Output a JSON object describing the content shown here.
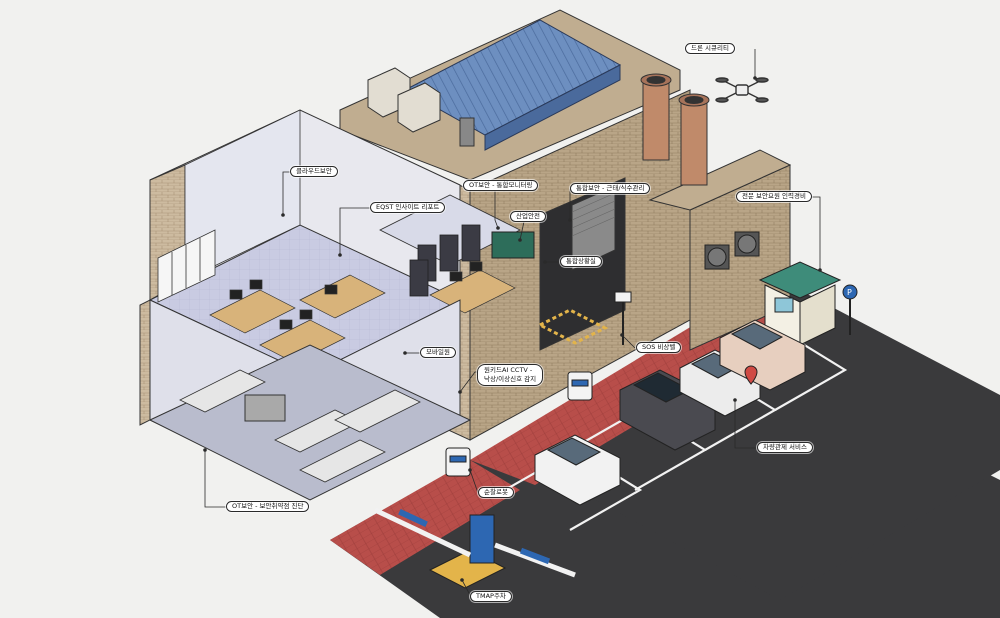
{
  "callouts": {
    "drone_security": "드론 시큐리티",
    "cloud_security": "클라우드보안",
    "eqst_insight": "EQST 인사이트 리포트",
    "ot_integrated_monitoring": "OT보안 - 통합모니터링",
    "integrated_security": "통합보안 - 근태/식수관리",
    "industrial_safety": "산업안전",
    "control_room": "통합상황실",
    "guard_patrol": "전문 보안요원 인력경비",
    "sos": "SOS 비상벨",
    "remote_work": "모바일원",
    "ai_cctv_line1": "원키드AI CCTV -",
    "ai_cctv_line2": "낙상/이상신호 감지",
    "vehicle_control": "차량관제 서비스",
    "patrol_robot": "순찰로봇",
    "ot_vulnerability": "OT보안 - 보안취약점 진단",
    "tmap_parking": "TMAP주차"
  },
  "colors": {
    "background": "#f1f1ef",
    "brick": "#cdbba0",
    "roof": "#6d8fc0",
    "red_path": "#b84e4a",
    "asphalt": "#3a3a3c",
    "floor": "#c9cbe2"
  }
}
